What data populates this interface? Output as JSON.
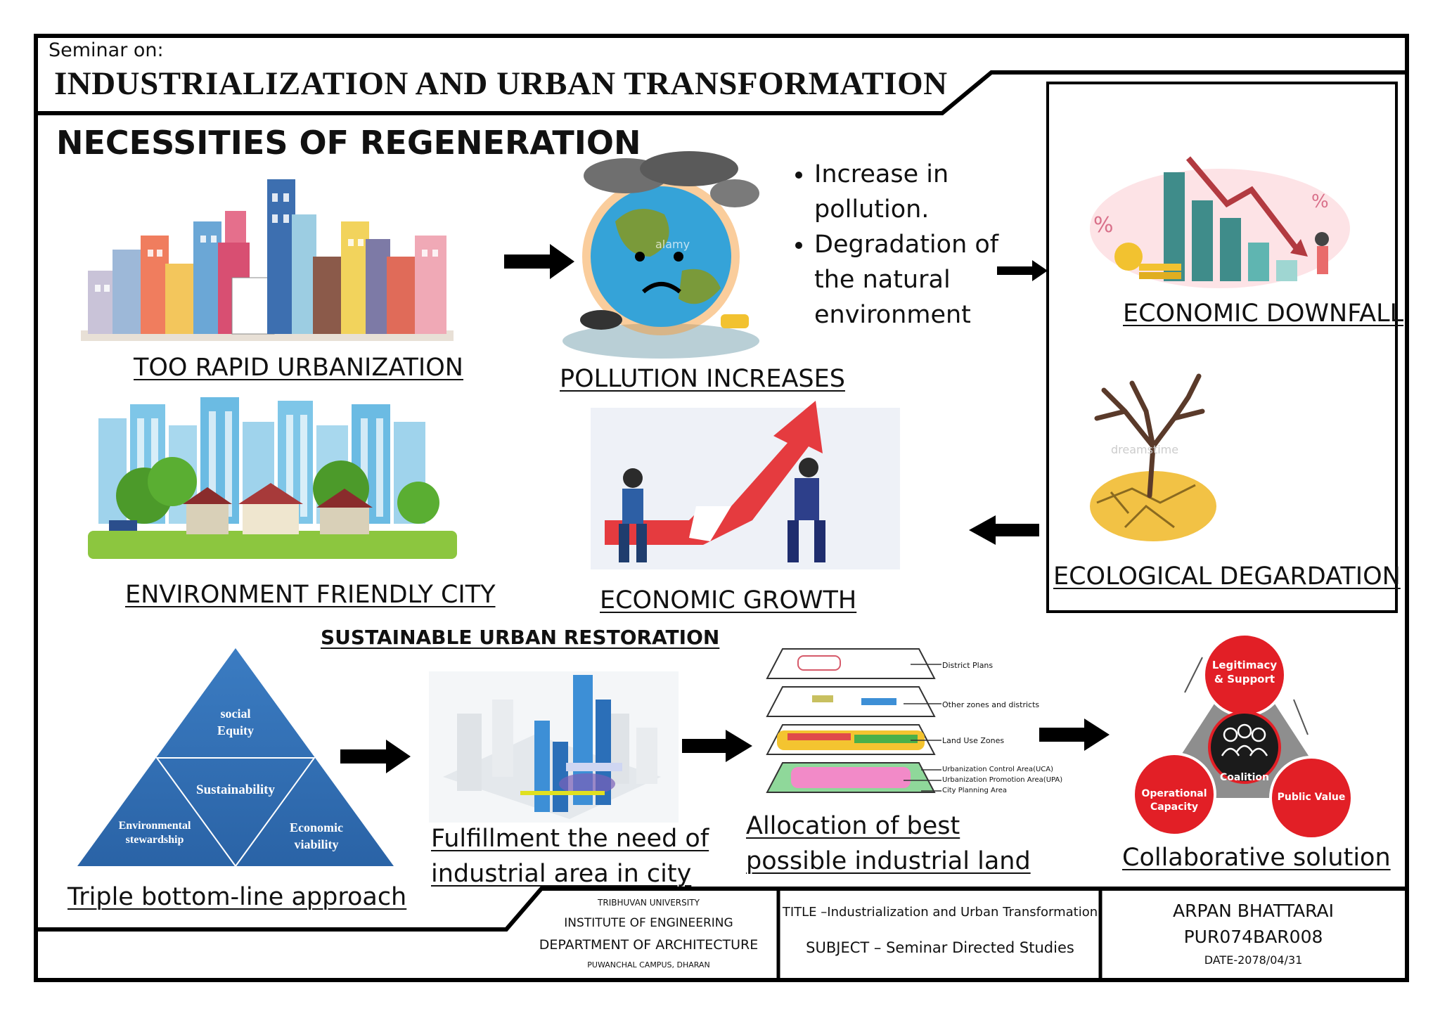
{
  "header": {
    "seminar_on": "Seminar on:",
    "title": "INDUSTRIALIZATION AND URBAN TRANSFORMATION"
  },
  "section_title": "NECESSITIES OF REGENERATION",
  "bullets": [
    "Increase in pollution.",
    "Degradation of the natural environment"
  ],
  "captions": {
    "rapid_urbanization": "TOO RAPID URBANIZATION",
    "pollution": "POLLUTION INCREASES",
    "economic_downfall": "ECONOMIC DOWNFALL",
    "env_friendly": "ENVIRONMENT FRIENDLY CITY",
    "economic_growth": "ECONOMIC GROWTH",
    "ecological": "ECOLOGICAL  DEGARDATION",
    "sustainable": "SUSTAINABLE URBAN RESTORATION",
    "triple": "Triple bottom-line approach",
    "fulfillment_1": "Fulfillment the need of",
    "fulfillment_2": "industrial area in city",
    "allocation_1": "Allocation of best",
    "allocation_2": "possible industrial land",
    "collaborative": "Collaborative solution"
  },
  "triangle": {
    "top_1": "social",
    "top_2": "Equity",
    "center": "Sustainability",
    "left_1": "Environmental",
    "left_2": "stewardship",
    "right_1": "Economic",
    "right_2": "viability"
  },
  "layers": [
    "District Plans",
    "Other zones and districts",
    "Land Use Zones",
    "Urbanization Control Area(UCA)",
    "Urbanization Promotion Area(UPA)",
    "City Planning Area"
  ],
  "collab": {
    "top_1": "Legitimacy",
    "top_2": "& Support",
    "center": "Coalition",
    "left_1": "Operational",
    "left_2": "Capacity",
    "right": "Public Value"
  },
  "watermarks": {
    "pollution": "alamy",
    "tree": "dreamstime"
  },
  "title_block": {
    "university": "TRIBHUVAN UNIVERSITY",
    "institute": "INSTITUTE  OF  ENGINEERING",
    "department": "DEPARTMENT OF ARCHITECTURE",
    "campus": "PUWANCHAL CAMPUS, DHARAN",
    "title": "TITLE –Industrialization and Urban Transformation",
    "subject": "SUBJECT – Seminar Directed Studies",
    "name": "ARPAN BHATTARAI",
    "roll": "PUR074BAR008",
    "date": "DATE-2078/04/31"
  },
  "colors": {
    "triangle_blue": "#2f6fb6",
    "arrow_red": "#e53b3f",
    "collab_red": "#e21f26",
    "grey": "#8a8a8a"
  }
}
